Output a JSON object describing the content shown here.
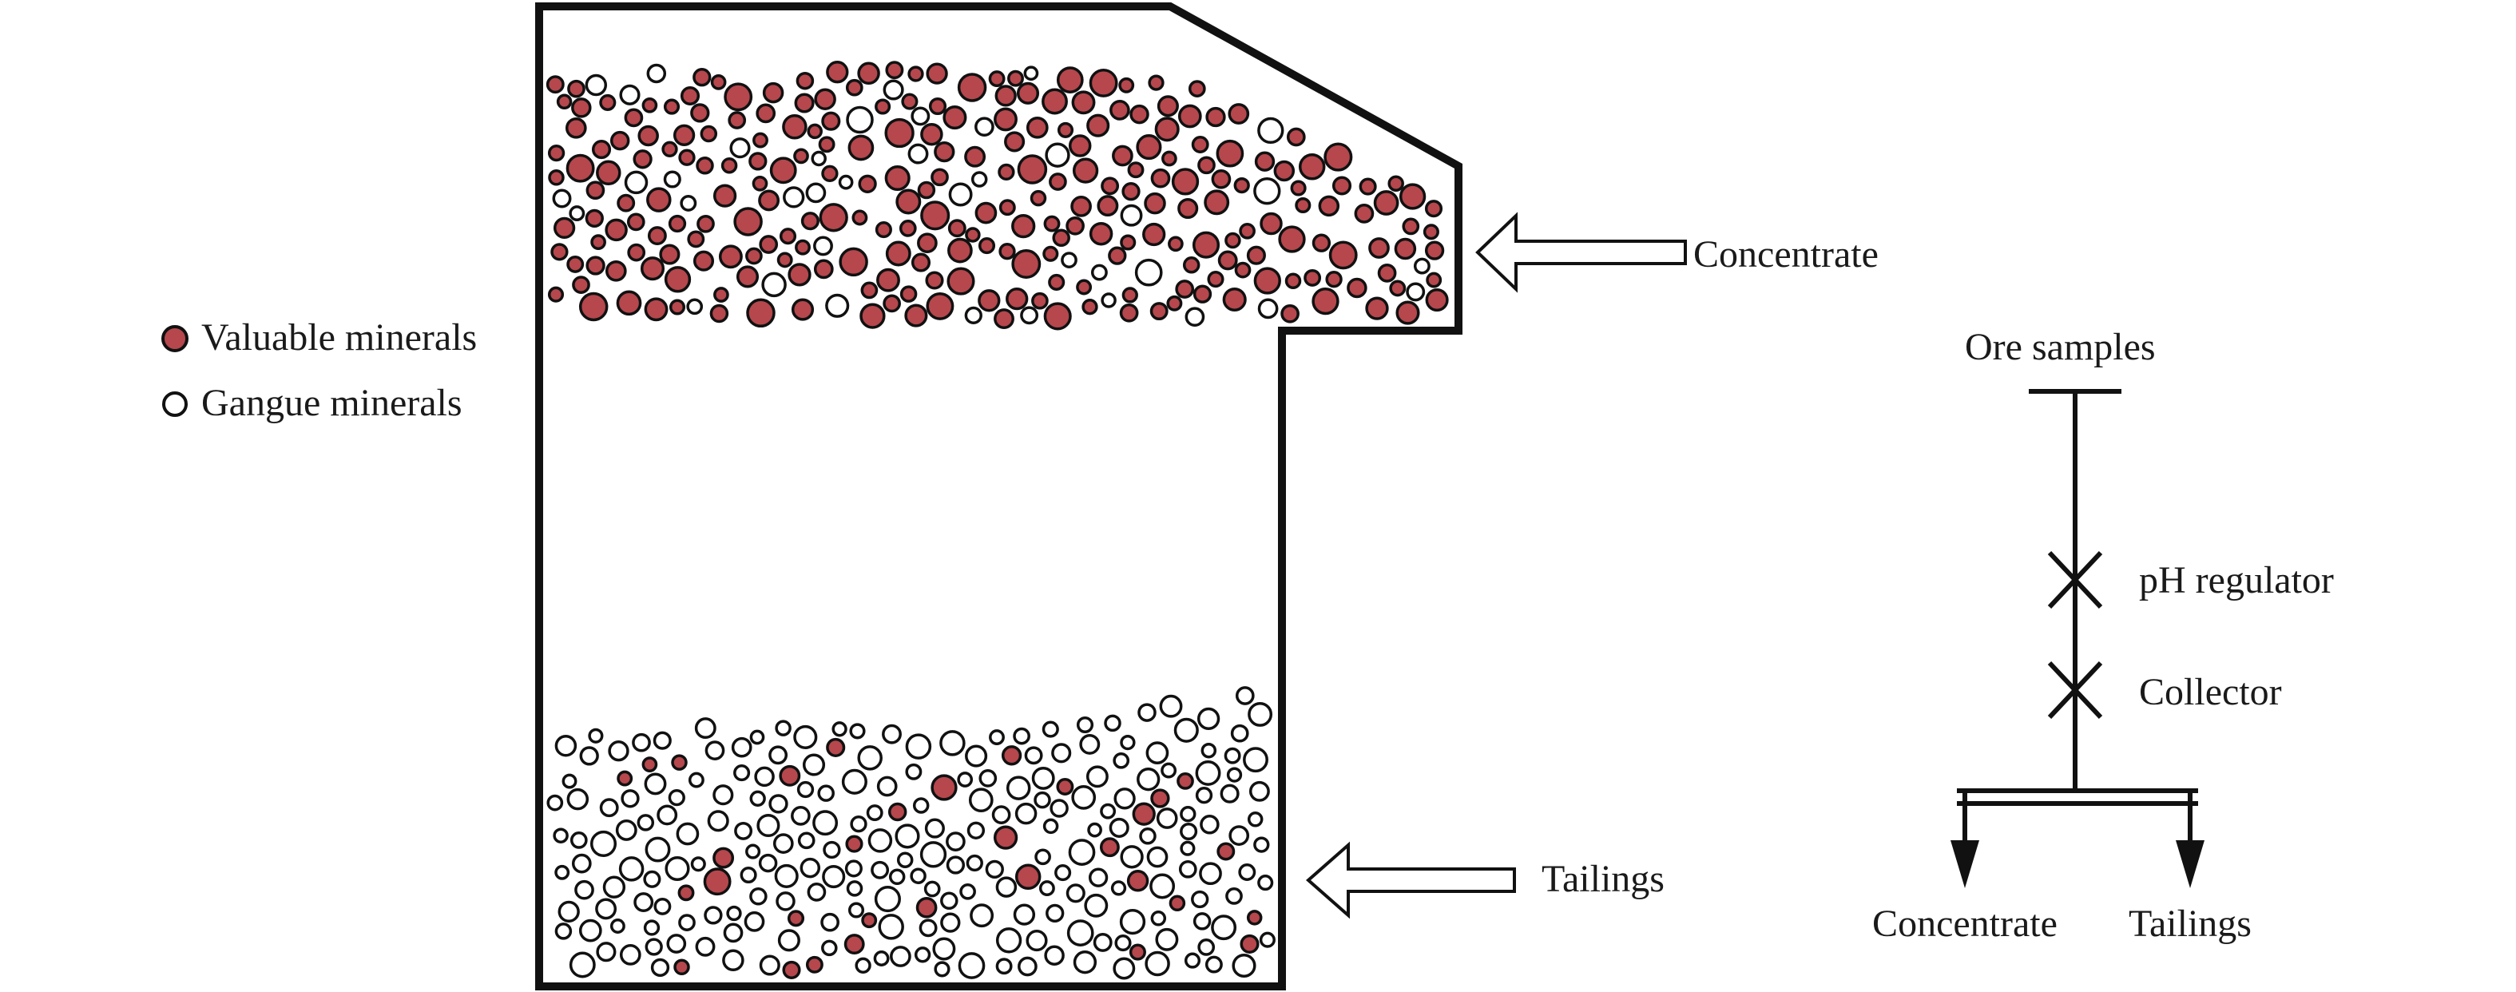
{
  "legend": {
    "valuable_label": "Valuable minerals",
    "gangue_label": "Gangue minerals"
  },
  "cell_labels": {
    "concentrate": "Concentrate",
    "tailings": "Tailings"
  },
  "flowsheet": {
    "feed": "Ore samples",
    "reagents": [
      "pH regulator",
      "Collector"
    ],
    "products": [
      "Concentrate",
      "Tailings"
    ]
  },
  "colors": {
    "valuable": "#b5474d",
    "gangue": "#ffffff",
    "outline": "#111111"
  }
}
